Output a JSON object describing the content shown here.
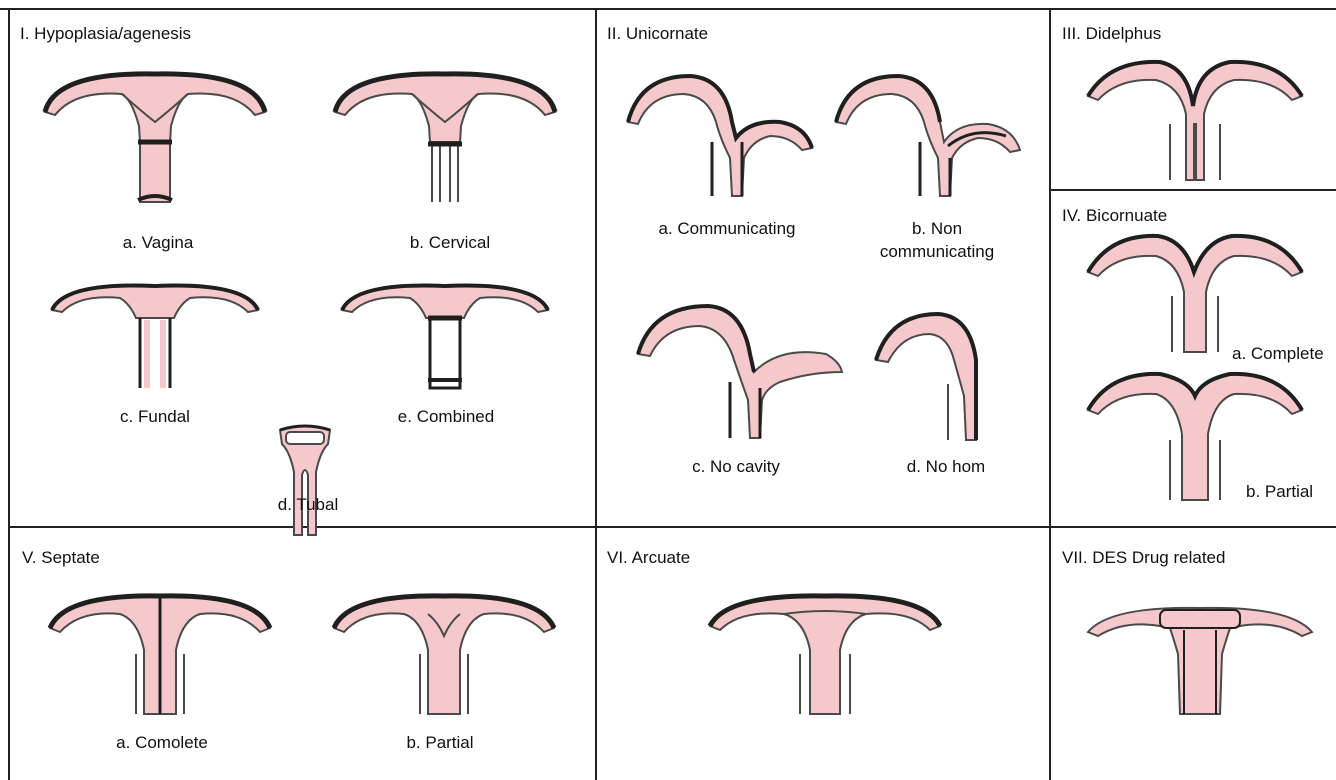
{
  "panels": {
    "p1": {
      "title": "I. Hypoplasia/agenesis",
      "a": "a. Vagina",
      "b": "b. Cervical",
      "c": "c. Fundal",
      "e": "e. Combined",
      "d": "d. Tubal"
    },
    "p2": {
      "title": "II. Unicornate",
      "a": "a. Communicating",
      "b1": "b. Non",
      "b2": "communicating",
      "c": "c. No cavity",
      "d": "d. No hom"
    },
    "p3": {
      "title": "III. Didelphus"
    },
    "p4": {
      "title": "IV. Bicornuate",
      "a": "a. Complete",
      "b": "b. Partial"
    },
    "p5": {
      "title": "V. Septate",
      "a": "a. Comolete",
      "b": "b. Partial"
    },
    "p6": {
      "title": "VI. Arcuate"
    },
    "p7": {
      "title": "VII. DES Drug related"
    }
  },
  "colors": {
    "tissue": "#f5c9cb",
    "outline": "#4a4a4a",
    "thick": "#1f1f1f",
    "border": "#222222"
  }
}
